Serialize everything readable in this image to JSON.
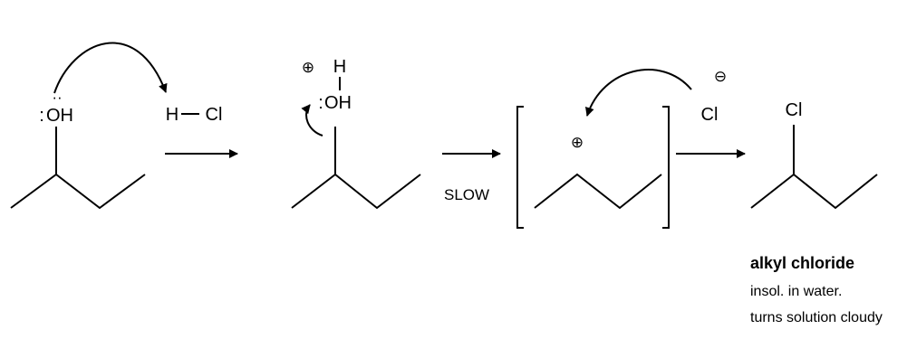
{
  "reactant": {
    "heteroatom": "OH",
    "lone_pair": ":",
    "lone_pair_top": "··"
  },
  "reagent": {
    "h": "H",
    "cl": "Cl"
  },
  "protonated": {
    "charge": "⊕",
    "h": "H",
    "heteroatom": "OH",
    "lone_pair": ":"
  },
  "condition": {
    "label": "SLOW"
  },
  "carbocation": {
    "charge": "⊕"
  },
  "chloride": {
    "ion": "Cl",
    "charge": "⊖"
  },
  "product": {
    "substituent": "Cl",
    "name": "alkyl chloride",
    "note_lines": [
      "insol. in water.",
      "turns solution cloudy"
    ]
  }
}
